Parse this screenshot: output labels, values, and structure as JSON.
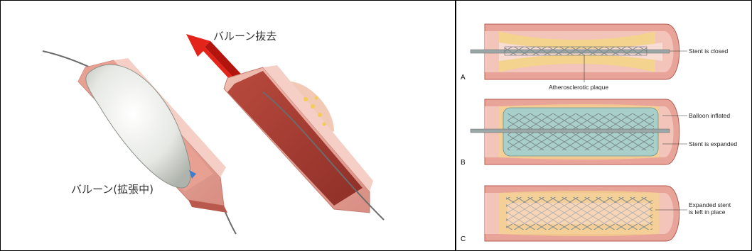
{
  "left": {
    "arrow_label": "バルーン抜去",
    "balloon_label": "バルーン(拡張中)"
  },
  "right": {
    "panels": [
      {
        "letter": "A",
        "labels": [
          "Stent is closed"
        ],
        "bottom_label": "Atherosclerotic plaque"
      },
      {
        "letter": "B",
        "labels": [
          "Balloon inflated",
          "Stent is expanded"
        ]
      },
      {
        "letter": "C",
        "labels": [
          "Expanded stent",
          "is left in place"
        ]
      }
    ]
  },
  "colors": {
    "vessel_wall": "#e9a49a",
    "vessel_dark": "#c8645a",
    "lumen": "#f7d9d2",
    "plaque": "#f3d58a",
    "balloon": "#a9cfcb",
    "arrow": "#e3241b"
  }
}
